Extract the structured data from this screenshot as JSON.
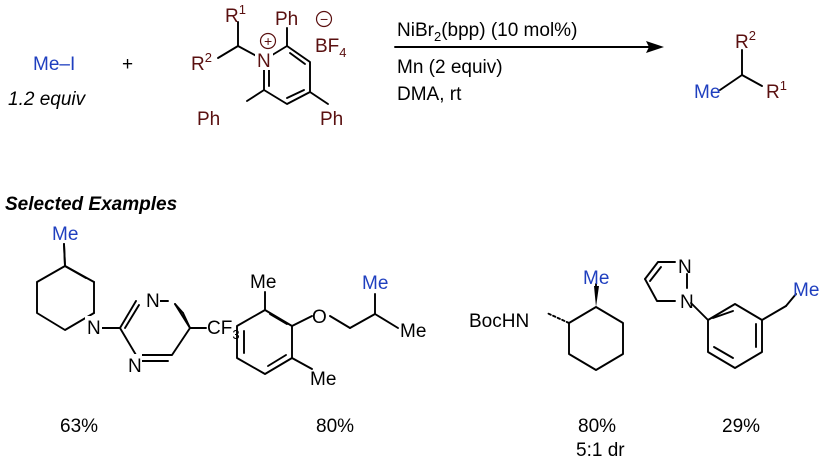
{
  "colors": {
    "blue": "#1f3fbf",
    "maroon": "#5a1010",
    "black": "#000000"
  },
  "reaction": {
    "reagent1": {
      "label": "Me–I",
      "equiv": "1.2 equiv"
    },
    "plus": "+",
    "pyridinium": {
      "r1": "R",
      "r1_sup": "1",
      "r2": "R",
      "r2_sup": "2",
      "n": "N",
      "charge_plus": "+",
      "ph_top": "Ph",
      "ph_left": "Ph",
      "ph_right": "Ph",
      "counter_charge": "−",
      "bf": "BF",
      "bf_sub": "4"
    },
    "conditions": {
      "line1_a": "NiBr",
      "line1_sub": "2",
      "line1_b": "(bpp) (10 mol%)",
      "line2": "Mn (2 equiv)",
      "line3": "DMA, rt"
    },
    "product": {
      "me": "Me",
      "r1": "R",
      "r1_sup": "1",
      "r2": "R",
      "r2_sup": "2"
    }
  },
  "section_title": "Selected Examples",
  "examples": [
    {
      "me": "Me",
      "n_pip": "N",
      "n1": "N",
      "n2": "N",
      "cf": "CF",
      "cf_sub": "3",
      "yield": "63%"
    },
    {
      "me_top": "Me",
      "o": "O",
      "me_branch": "Me",
      "me_tail": "Me",
      "me_bottom": "Me",
      "yield": "80%"
    },
    {
      "boc": "BocHN",
      "me": "Me",
      "yield": "80%",
      "dr": "5:1 dr"
    },
    {
      "n_a": "N",
      "n_b": "N",
      "me": "Me",
      "yield": "29%"
    }
  ]
}
